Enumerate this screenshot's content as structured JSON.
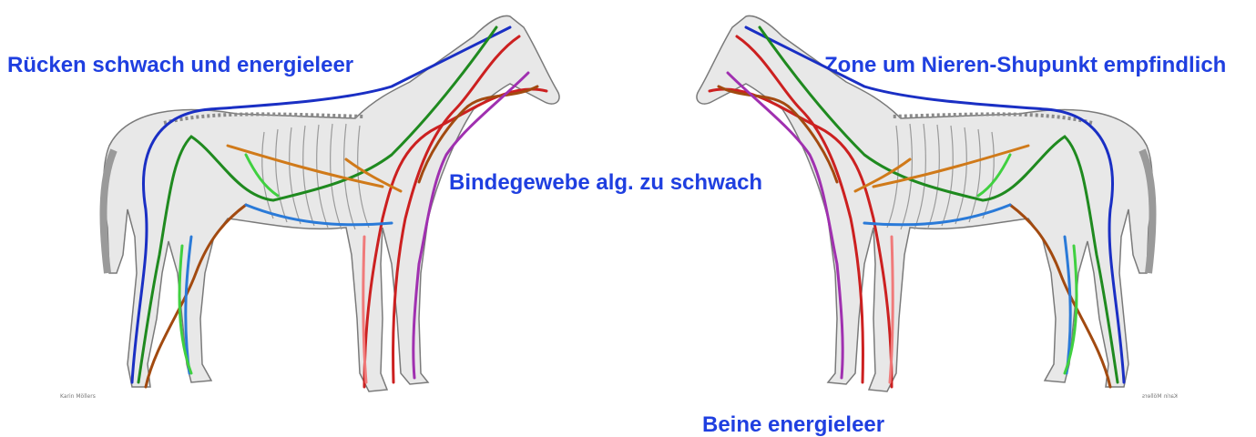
{
  "labels": {
    "back": "Rücken schwach und energieleer",
    "kidney_zone": "Zone um Nieren-Shupunkt empfindlich",
    "connective_tissue": "Bindegewebe alg. zu schwach",
    "legs": "Beine energieleer"
  },
  "credit": "Karin Möllers",
  "colors": {
    "label_text": "#1f3fe0",
    "meridian_blue": "#1a2fc4",
    "meridian_red": "#cc2020",
    "meridian_green": "#1f8a1f",
    "meridian_brown": "#a24a10",
    "meridian_purple": "#a030b0",
    "meridian_lightblue": "#2a7ad8",
    "meridian_lightgreen": "#40d040",
    "meridian_orange": "#d07a1a",
    "meridian_pink": "#f07a7a"
  }
}
